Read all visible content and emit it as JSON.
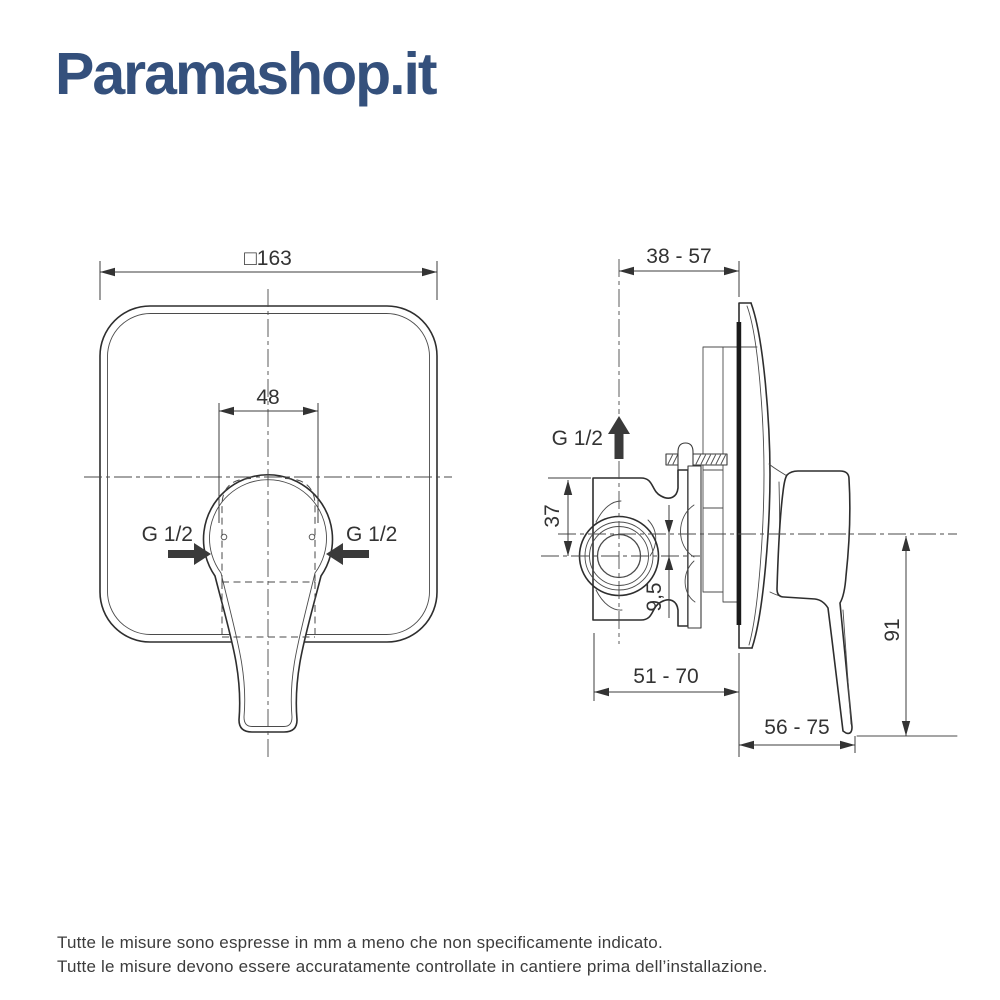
{
  "logo": {
    "text": "Paramashop.it",
    "color": "#34507c"
  },
  "drawing": {
    "front_view": {
      "width_dim": "□163",
      "cartridge_dim": "48",
      "left_inlet_label": "G 1/2",
      "right_inlet_label": "G 1/2"
    },
    "side_view": {
      "depth_dim": "38 - 57",
      "outlet_label": "G 1/2",
      "body_height_dim": "37",
      "offset_dim": "9,5",
      "rough_in_dim": "51 - 70",
      "projection_dim": "56 - 75",
      "lever_height_dim": "91"
    }
  },
  "footer": {
    "line1": "Tutte le misure sono espresse in mm a meno che non specificamente indicato.",
    "line2": "Tutte le misure devono essere accuratamente controllate in cantiere prima dell’installazione."
  },
  "colors": {
    "logo": "#34507c",
    "line": "#2e2e2e",
    "text": "#3c3c3c"
  }
}
